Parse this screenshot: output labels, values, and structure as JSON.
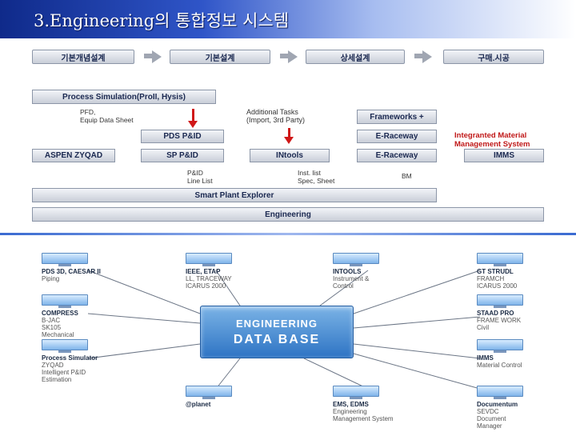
{
  "title": "3.Engineering의 통합정보 시스템",
  "flow": [
    "기본개념설계",
    "기본설계",
    "상세설계",
    "구매.시공"
  ],
  "process_sim": "Process Simulation(ProII, Hysis)",
  "pfd": [
    "PFD,",
    "Equip Data Sheet"
  ],
  "additional": [
    "Additional Tasks",
    "(Import, 3rd Party)"
  ],
  "frameworks": "Frameworks +",
  "pds_pid": "PDS P&ID",
  "eraceway1": "E-Raceway",
  "integrated": [
    "Integranted Material",
    "Management System"
  ],
  "aspen": "ASPEN ZYQAD",
  "sp_pid": "SP P&ID",
  "intools": "INtools",
  "eraceway2": "E-Raceway",
  "imms": "IMMS",
  "pid_line": [
    "P&ID",
    "Line List"
  ],
  "inst_list": [
    "Inst. list",
    "Spec, Sheet"
  ],
  "bm": "BM",
  "spe": "Smart Plant Explorer",
  "engineering": "Engineering",
  "db": [
    "ENGINEERING",
    "DATA BASE"
  ],
  "nodes": {
    "pds3d": {
      "title": "PDS 3D, CAESAR II",
      "sub": [
        "Piping"
      ]
    },
    "ieee": {
      "title": "IEEE, ETAP",
      "sub": [
        "LL, TRACEWAY",
        "ICARUS 2000"
      ]
    },
    "intools": {
      "title": "INTOOLS",
      "sub": [
        "Instrument &",
        "Control"
      ]
    },
    "gtstrudl": {
      "title": "GT STRUDL",
      "sub": [
        "FRAMCH",
        "ICARUS 2000"
      ]
    },
    "compress": {
      "title": "COMPRESS",
      "sub": [
        "B-JAC",
        "SK105",
        "Mechanical"
      ]
    },
    "staad": {
      "title": "STAAD PRO",
      "sub": [
        "FRAME WORK",
        "Civil"
      ]
    },
    "process": {
      "title": "Process Simulator",
      "sub": [
        "ZYQAD",
        "Intelligent P&ID",
        "Estimation"
      ]
    },
    "imms": {
      "title": "IMMS",
      "sub": [
        "Material Control"
      ]
    },
    "planet": {
      "title": "@planet",
      "sub": []
    },
    "ems": {
      "title": "EMS, EDMS",
      "sub": [
        "Engineering",
        "Management System"
      ]
    },
    "document": {
      "title": "Documentum",
      "sub": [
        "SEVDC",
        "Document",
        "Manager"
      ]
    }
  }
}
